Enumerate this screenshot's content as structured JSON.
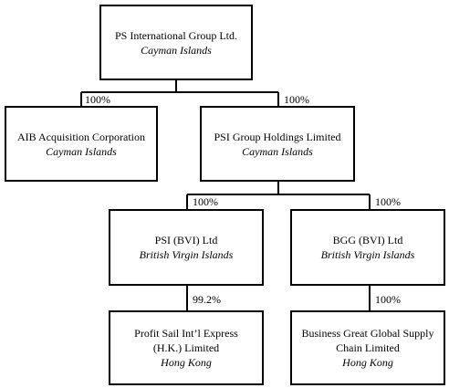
{
  "entities": {
    "ps_international": {
      "name": "PS International Group Ltd.",
      "jurisdiction": "Cayman Islands"
    },
    "aib_acquisition": {
      "name": "AIB Acquisition Corporation",
      "jurisdiction": "Cayman Islands"
    },
    "psi_group_holdings": {
      "name": "PSI Group Holdings Limited",
      "jurisdiction": "Cayman Islands"
    },
    "psi_bvi": {
      "name": "PSI (BVI) Ltd",
      "jurisdiction": "British Virgin Islands"
    },
    "bgg_bvi": {
      "name": "BGG (BVI) Ltd",
      "jurisdiction": "British Virgin Islands"
    },
    "profit_sail": {
      "name_line1": "Profit Sail Int’l Express",
      "name_line2": "(H.K.) Limited",
      "jurisdiction": "Hong Kong"
    },
    "business_great": {
      "name_line1": "Business Great Global Supply",
      "name_line2": "Chain Limited",
      "jurisdiction": "Hong Kong"
    }
  },
  "ownership": {
    "ps_to_aib": "100%",
    "ps_to_psi_group": "100%",
    "psi_group_to_psi_bvi": "100%",
    "psi_group_to_bgg_bvi": "100%",
    "psi_bvi_to_profit_sail": "99.2%",
    "bgg_bvi_to_business_great": "100%"
  }
}
